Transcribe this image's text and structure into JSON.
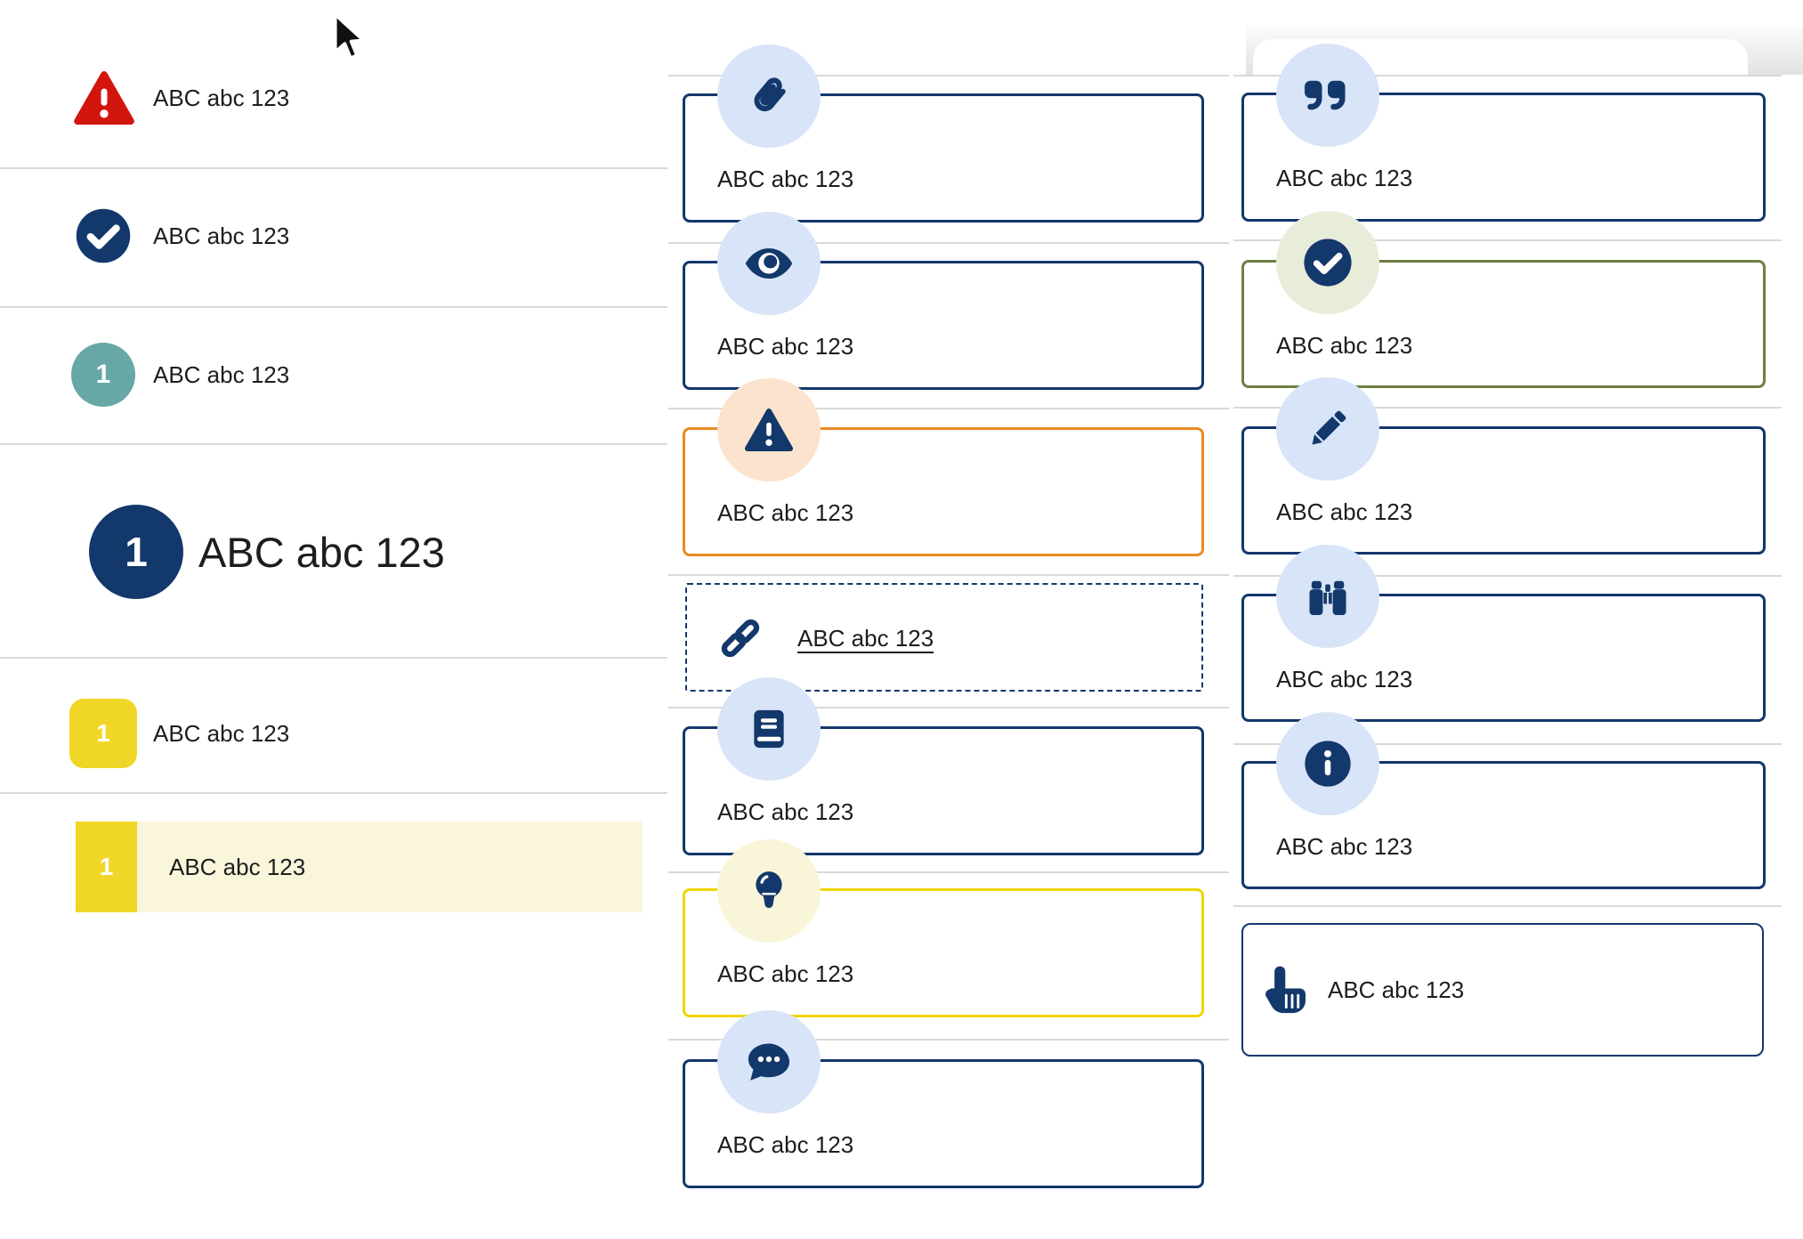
{
  "colors": {
    "navy": "#13386b",
    "light_blue_circle": "#d8e4f7",
    "orange": "#ec8a21",
    "pale_orange_circle": "#fbe3cd",
    "yellow": "#f0d500",
    "pale_yellow_circle": "#f8f5d8",
    "yellow_badge": "#f0d626",
    "row_highlight": "#faf6dc",
    "olive": "#6f7f44",
    "pale_green_circle": "#e8edda",
    "teal": "#67a8a6",
    "red": "#d2160e",
    "divider": "#d9d9d9",
    "text": "#1d1d1d"
  },
  "left": {
    "rows": [
      {
        "icon": "triangle-exclamation-icon",
        "label": "ABC abc 123"
      },
      {
        "icon": "circle-check-icon",
        "label": "ABC abc 123"
      },
      {
        "icon": "number-badge",
        "badge": "1",
        "label": "ABC abc 123"
      },
      {
        "icon": "number-badge",
        "badge": "1",
        "label": "ABC abc 123"
      },
      {
        "icon": "number-badge",
        "badge": "1",
        "label": "ABC abc 123"
      },
      {
        "icon": "number-badge",
        "badge": "1",
        "label": "ABC abc 123"
      }
    ]
  },
  "middle": {
    "cards": [
      {
        "icon": "paperclip-icon",
        "variant": "navy",
        "label": "ABC abc 123"
      },
      {
        "icon": "eye-icon",
        "variant": "navy",
        "label": "ABC abc 123"
      },
      {
        "icon": "triangle-exclamation-icon",
        "variant": "orange",
        "label": "ABC abc 123"
      },
      {
        "icon": "link-icon",
        "variant": "dashed",
        "label": "ABC abc 123"
      },
      {
        "icon": "book-icon",
        "variant": "navy",
        "label": "ABC abc 123"
      },
      {
        "icon": "lightbulb-icon",
        "variant": "yellow",
        "label": "ABC abc 123"
      },
      {
        "icon": "comment-dots-icon",
        "variant": "navy",
        "label": "ABC abc 123"
      }
    ]
  },
  "right": {
    "cards": [
      {
        "icon": "quote-right-icon",
        "variant": "navy",
        "label": "ABC abc 123"
      },
      {
        "icon": "circle-check-icon",
        "variant": "olive",
        "label": "ABC abc 123"
      },
      {
        "icon": "pencil-icon",
        "variant": "navy",
        "label": "ABC abc 123"
      },
      {
        "icon": "binoculars-icon",
        "variant": "navy",
        "label": "ABC abc 123"
      },
      {
        "icon": "circle-info-icon",
        "variant": "navy",
        "label": "ABC abc 123"
      },
      {
        "icon": "hand-point-up-icon",
        "variant": "navy-inline",
        "label": "ABC abc 123"
      }
    ]
  }
}
